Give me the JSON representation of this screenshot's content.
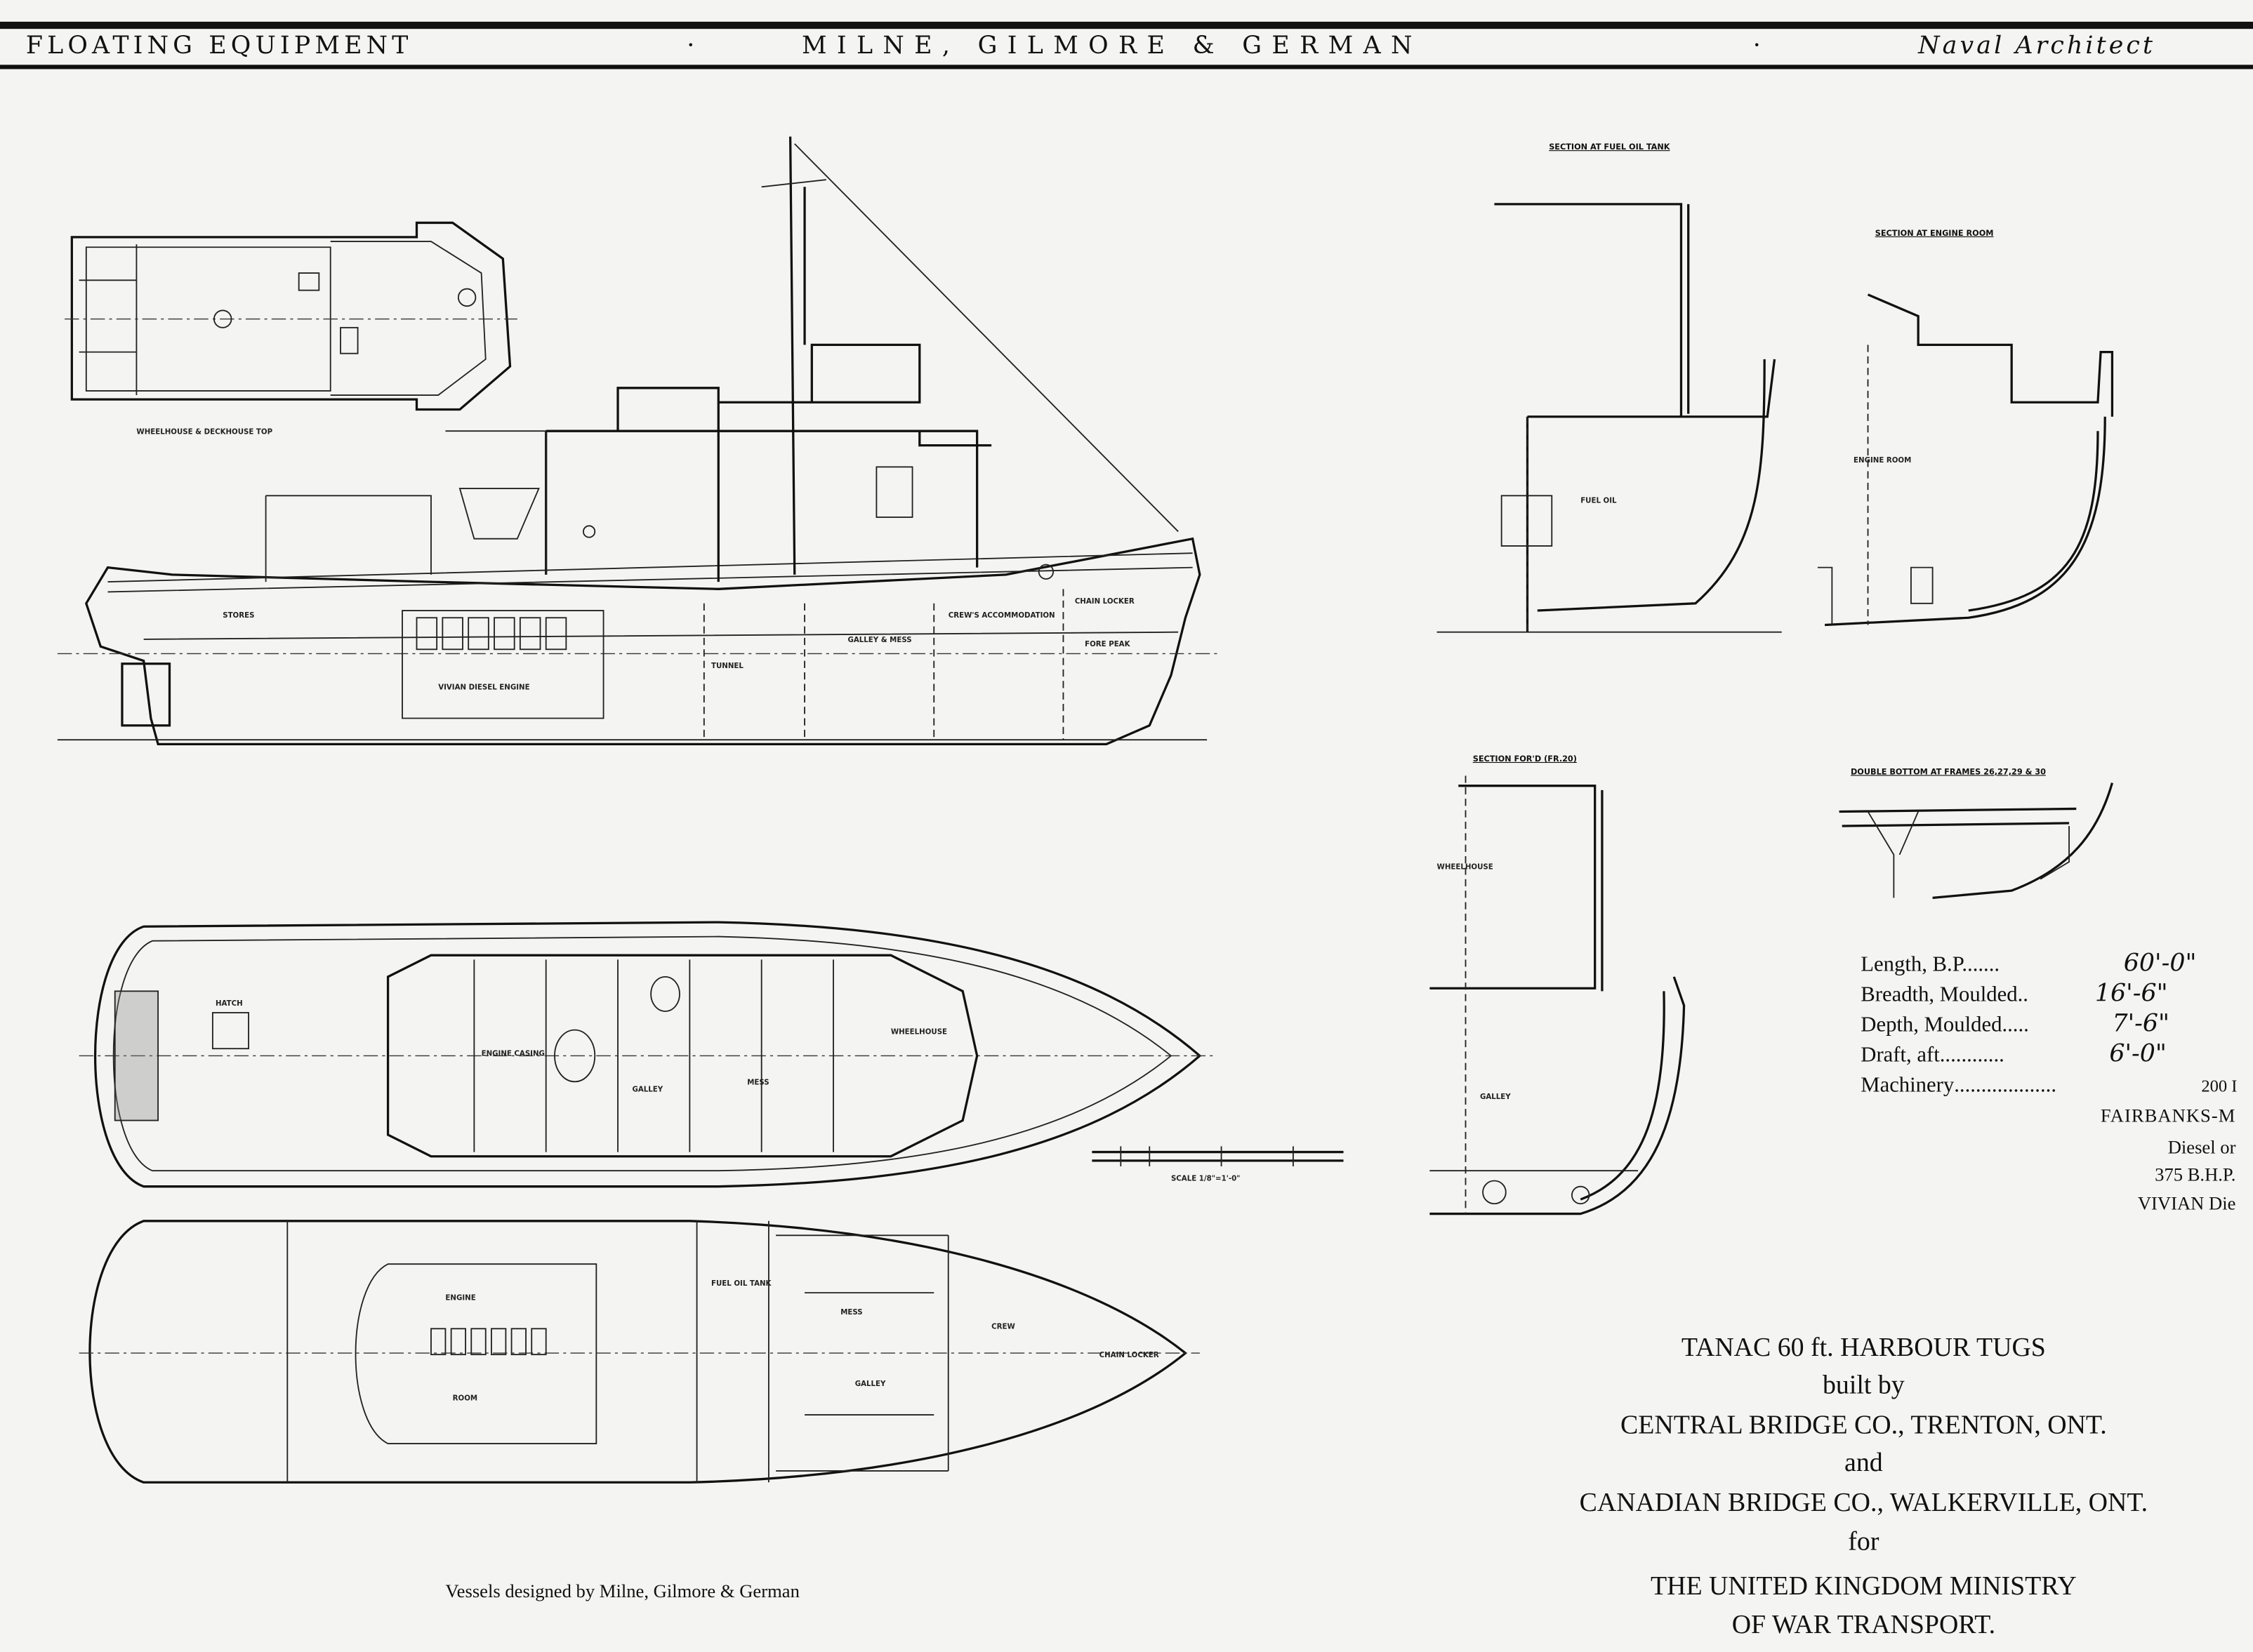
{
  "header": {
    "left": "FLOATING EQUIPMENT",
    "center": "MILNE, GILMORE & GERMAN",
    "right": "Naval Architect",
    "separator": "·"
  },
  "drawings": {
    "wheelhouse_top_label": "WHEELHOUSE & DECKHOUSE TOP",
    "profile_labels": [
      "STORES",
      "TUNNEL",
      "GALLEY & MESS",
      "CREW'S ACCOMMODATION",
      "CHAIN LOCKER",
      "FORE PEAK",
      "VIVIAN DIESEL ENGINE"
    ],
    "deck_plan_labels": [
      "HATCH",
      "ENGINE CASING",
      "GALLEY",
      "MESS",
      "WHEELHOUSE"
    ],
    "lower_plan_labels": [
      "ENGINE",
      "ROOM",
      "FUEL OIL TANK",
      "MESS",
      "GALLEY",
      "CREW",
      "CHAIN LOCKER"
    ],
    "scale_label": "SCALE 1/8\"=1'-0\"",
    "sections": {
      "fuel_oil_tank": {
        "title": "SECTION AT FUEL OIL TANK",
        "label": "FUEL OIL"
      },
      "engine_room": {
        "title": "SECTION AT ENGINE ROOM",
        "label": "ENGINE ROOM"
      },
      "forward": {
        "title": "SECTION FOR'D (FR.20)",
        "labels": [
          "WHEELHOUSE",
          "GALLEY"
        ]
      },
      "double_bottom": {
        "title": "DOUBLE BOTTOM AT FRAMES 26,27,29 & 30"
      }
    }
  },
  "specs": [
    {
      "label": "Length, B.P.",
      "dots": "......",
      "value": "60'-0\""
    },
    {
      "label": "Breadth, Moulded",
      "dots": "..",
      "value": "16'-6\""
    },
    {
      "label": "Depth, Moulded",
      "dots": ".....",
      "value": "7'-6\""
    },
    {
      "label": "Draft, aft",
      "dots": "............",
      "value": "6'-0\""
    },
    {
      "label": "Machinery",
      "dots": "...................",
      "value": "200 I"
    }
  ],
  "machinery_notes": [
    "FAIRBANKS-M",
    "Diesel or",
    "375 B.H.P.",
    "VIVIAN Die"
  ],
  "title_block": [
    "TANAC 60 ft. HARBOUR TUGS",
    "built by",
    "CENTRAL BRIDGE CO., TRENTON, ONT.",
    "and",
    "CANADIAN BRIDGE CO., WALKERVILLE, ONT.",
    "for",
    "THE UNITED KINGDOM MINISTRY",
    "OF WAR TRANSPORT."
  ],
  "caption": "Vessels designed by Milne, Gilmore & German"
}
